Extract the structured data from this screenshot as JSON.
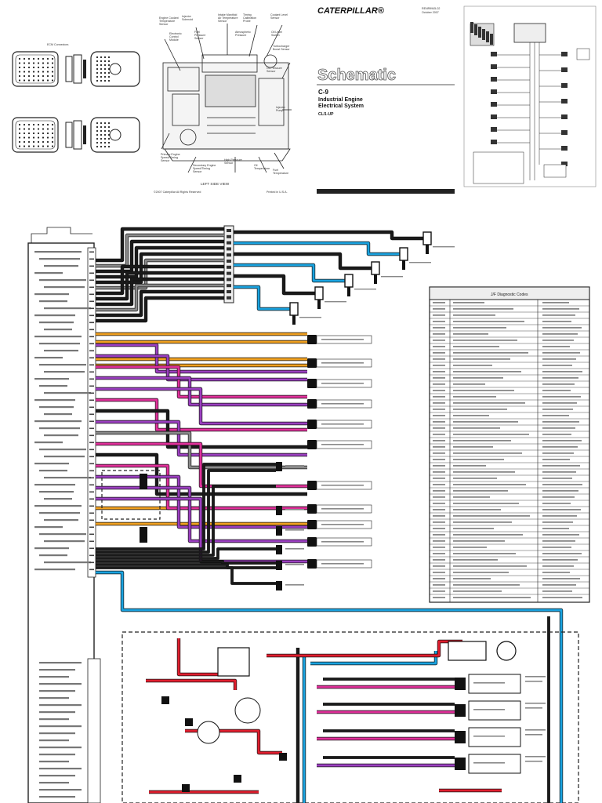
{
  "cover": {
    "brand": "CATERPILLAR®",
    "doc_number": "RENR9945-02",
    "doc_date": "October 2007",
    "title": "Schematic",
    "model": "C-9",
    "line1": "Industrial Engine",
    "line2": "Electrical System",
    "serial": "CL/1-UP"
  },
  "ecm_connectors": {
    "caption": "ECM Connectors"
  },
  "engine_view": {
    "caption": "LEFT SIDE VIEW",
    "copyright": "©2007 Caterpillar\nAll Rights Reserved",
    "printed": "Printed in U.S.A."
  },
  "fault_table": {
    "title": "J/F Diagnostic Codes"
  },
  "colors": {
    "black": "#1a1a1a",
    "gray": "#8a8a8a",
    "blue": "#1aa3e0",
    "orange": "#f0a020",
    "purple": "#9b3fc0",
    "pink": "#e0309a",
    "red": "#e01e2e",
    "white_wire": "#ffffff",
    "green": "#2a8a3a"
  }
}
